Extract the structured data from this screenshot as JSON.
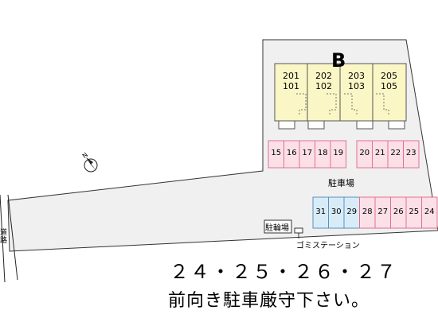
{
  "building": {
    "label": "B",
    "units": [
      {
        "upper": "201",
        "lower": "101"
      },
      {
        "upper": "202",
        "lower": "102"
      },
      {
        "upper": "203",
        "lower": "103"
      },
      {
        "upper": "205",
        "lower": "105"
      }
    ]
  },
  "parking_upper_left": [
    "15",
    "16",
    "17",
    "18",
    "19"
  ],
  "parking_upper_right": [
    "20",
    "21",
    "22",
    "23"
  ],
  "parking_lower_blue": [
    "31",
    "30",
    "29"
  ],
  "parking_lower_pink": [
    "28",
    "27",
    "26",
    "25",
    "24"
  ],
  "labels": {
    "parking": "駐車場",
    "bicycle": "駐輪場",
    "garbage": "ゴミステーション",
    "road": "道路",
    "compass_n": "N"
  },
  "notice": {
    "numbers": "２４・２５・２６・２７",
    "text": "前向き駐車厳守下さい。"
  },
  "colors": {
    "building": "#fbf6c5",
    "parking_pink": "#fbe0e8",
    "parking_pink_border": "#e07090",
    "parking_blue": "#d8ecf8",
    "parking_blue_border": "#5a8fc0",
    "site": "#f0f0f0"
  }
}
